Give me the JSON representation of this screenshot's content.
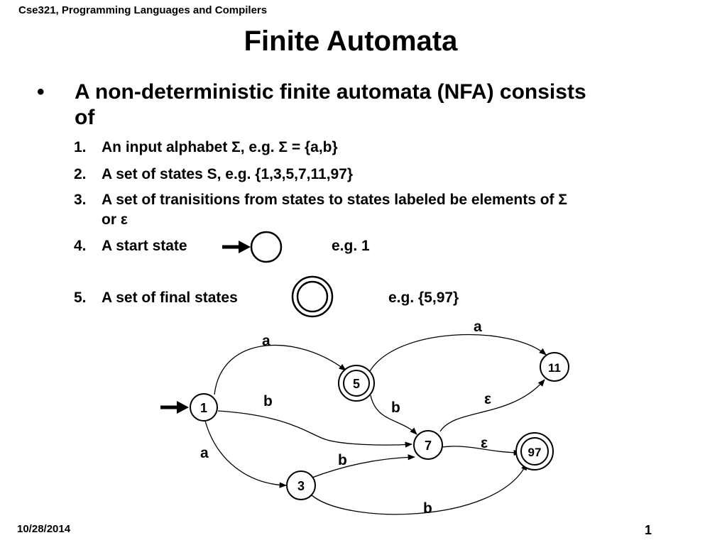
{
  "header": {
    "course": "Cse321, Programming Languages and Compilers"
  },
  "title": "Finite Automata",
  "bullet": {
    "marker": "•",
    "line1": "A non-deterministic finite automata (NFA) consists",
    "line2": "of"
  },
  "items": [
    {
      "num": "1.",
      "text": "An input alphabet Σ,  e.g. Σ = {a,b}"
    },
    {
      "num": "2.",
      "text": "A set of states S,  e.g.  {1,3,5,7,11,97}"
    },
    {
      "num": "3.",
      "text": "A set of tranisitions from states to states labeled be elements of Σ",
      "text2": "or ε"
    },
    {
      "num": "4.",
      "text": "A start state",
      "example": "e.g.   1"
    },
    {
      "num": "5.",
      "text": "A set of final states",
      "example": "e.g. {5,97}"
    }
  ],
  "diagram": {
    "states": [
      {
        "id": "1",
        "final": false,
        "start": true
      },
      {
        "id": "3",
        "final": false,
        "start": false
      },
      {
        "id": "5",
        "final": true,
        "start": false
      },
      {
        "id": "7",
        "final": false,
        "start": false
      },
      {
        "id": "11",
        "final": false,
        "start": false
      },
      {
        "id": "97",
        "final": true,
        "start": false
      }
    ],
    "transitions": [
      {
        "from": "1",
        "to": "5",
        "label": "a"
      },
      {
        "from": "1",
        "to": "7",
        "label": "b"
      },
      {
        "from": "1",
        "to": "3",
        "label": "a"
      },
      {
        "from": "5",
        "to": "11",
        "label": "a"
      },
      {
        "from": "5",
        "to": "7",
        "label": "b"
      },
      {
        "from": "3",
        "to": "7",
        "label": "b"
      },
      {
        "from": "3",
        "to": "97",
        "label": "b"
      },
      {
        "from": "7",
        "to": "11",
        "label": "ε"
      },
      {
        "from": "7",
        "to": "97",
        "label": "ε"
      }
    ]
  },
  "footer": {
    "date": "10/28/2014",
    "page": "1"
  }
}
